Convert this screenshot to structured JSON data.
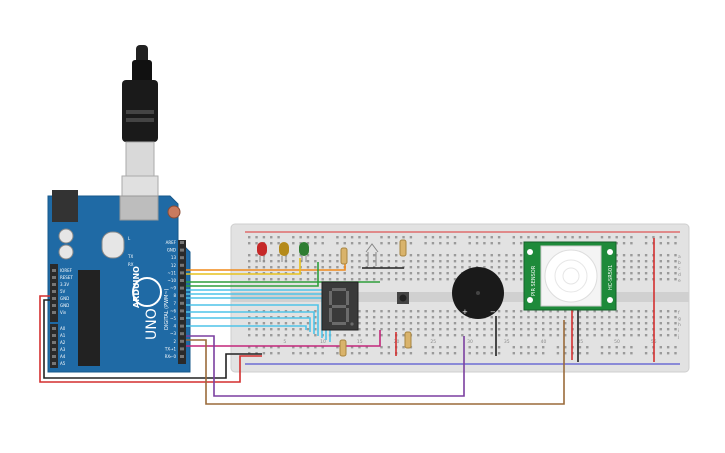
{
  "arduino": {
    "brand": "ARDUINO",
    "model": "UNO",
    "digital_label": "DIGITAL (PWM~)",
    "top_pins": [
      "AREF",
      "GND"
    ],
    "digital_pins": [
      "13",
      "12",
      "~11",
      "~10",
      "~9",
      "8",
      "7",
      "~6",
      "~5",
      "4",
      "~3",
      "2",
      "TX→1",
      "RX←0"
    ],
    "power_pins": [
      "IOREF",
      "RESET",
      "3.3V",
      "5V",
      "GND",
      "GND",
      "Vin"
    ],
    "analog_pins": [
      "A0",
      "A1",
      "A2",
      "A3",
      "A4",
      "A5"
    ],
    "tx_label": "TX",
    "rx_label": "RX",
    "l_label": "L"
  },
  "breadboard": {
    "col_numbers": [
      "5",
      "10",
      "15",
      "20",
      "25",
      "30",
      "35",
      "40",
      "45",
      "50",
      "55"
    ],
    "row_letters": [
      "a",
      "b",
      "c",
      "d",
      "e",
      "f",
      "g",
      "h",
      "i",
      "j"
    ]
  },
  "pir": {
    "left_label": "PIR SENSOR",
    "right_label": "HC-SR501"
  },
  "buzzer": {
    "plus": "+",
    "minus": "−"
  },
  "colors": {
    "board_blue": "#1f6aa5",
    "wire_red": "#d32f2f",
    "wire_black": "#222222",
    "wire_purple": "#7b3fa0",
    "wire_brown": "#9a6a3a",
    "wire_cyan": "#4fc3e8",
    "wire_green": "#2e9e3a",
    "wire_orange": "#f08a1c",
    "wire_yellow": "#e7c21e",
    "wire_pink": "#c2267a",
    "pir_green": "#1e8a3a"
  }
}
